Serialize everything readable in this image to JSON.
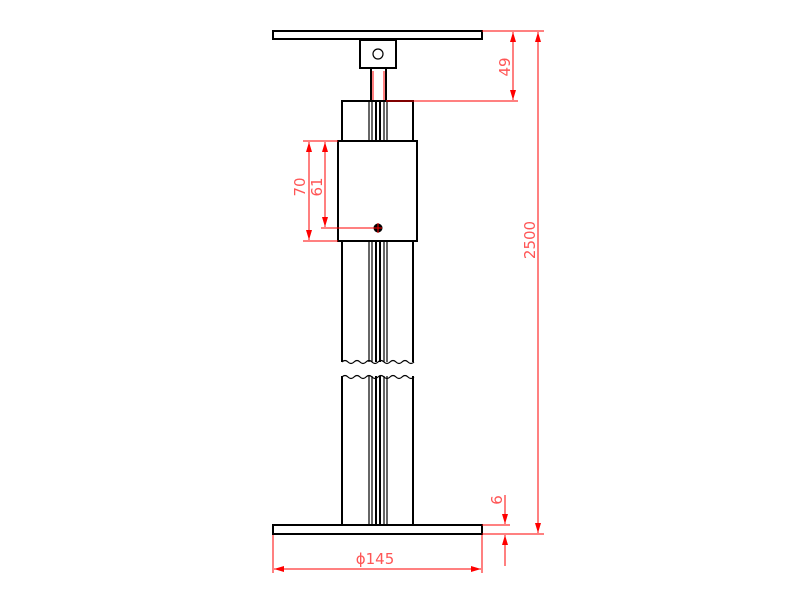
{
  "dimensions": {
    "head_offset": "49",
    "total_height": "2500",
    "collar_height": "70",
    "pin_height": "61",
    "plate_thickness": "6",
    "plate_diameter": "ϕ145"
  },
  "colors": {
    "outline": "#000000",
    "dimension": "#ff0000",
    "dimension_text": "#ff5555"
  }
}
